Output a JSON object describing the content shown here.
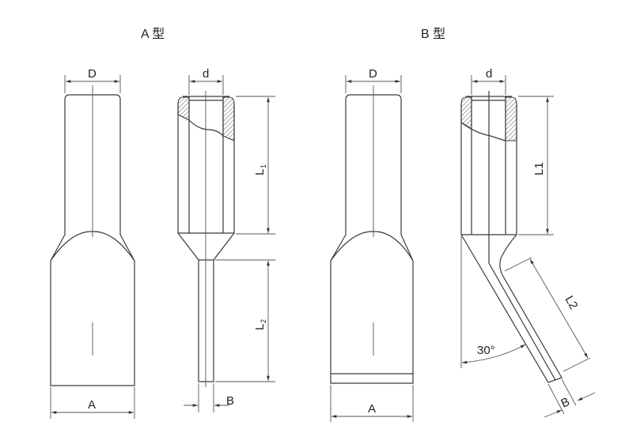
{
  "titles": {
    "type_a": "A 型",
    "type_b": "B 型"
  },
  "labels": {
    "outer_diameter": "D",
    "inner_diameter": "d",
    "l1_main": "L",
    "l1_sub": "1",
    "l2_main": "L",
    "l2_sub": "2",
    "l1_b": "L1",
    "l2_b": "L2",
    "width_a": "A",
    "thickness_b": "B",
    "angle": "30°"
  }
}
